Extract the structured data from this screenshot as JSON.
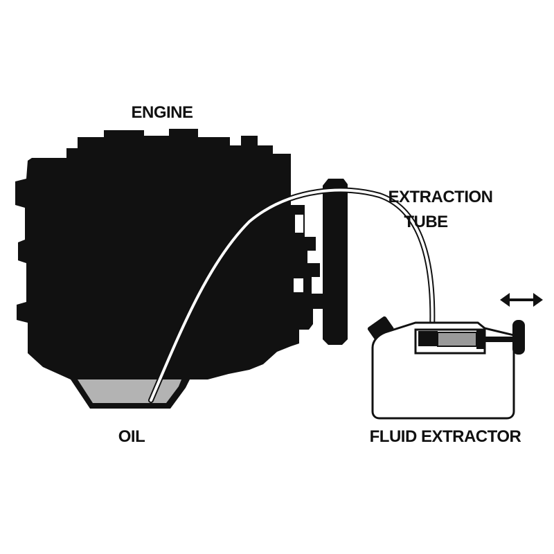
{
  "labels": {
    "engine": "ENGINE",
    "extraction_tube_line1": "EXTRACTION",
    "extraction_tube_line2": "TUBE",
    "oil": "OIL",
    "fluid_extractor": "FLUID EXTRACTOR"
  },
  "colors": {
    "engine": "#111111",
    "oil": "#b3b3b3",
    "outline": "#111111",
    "background": "#ffffff",
    "pump_cylinder": "#9a9a9a"
  },
  "icons": {
    "motion_indicator": "double-headed-arrow-icon"
  }
}
